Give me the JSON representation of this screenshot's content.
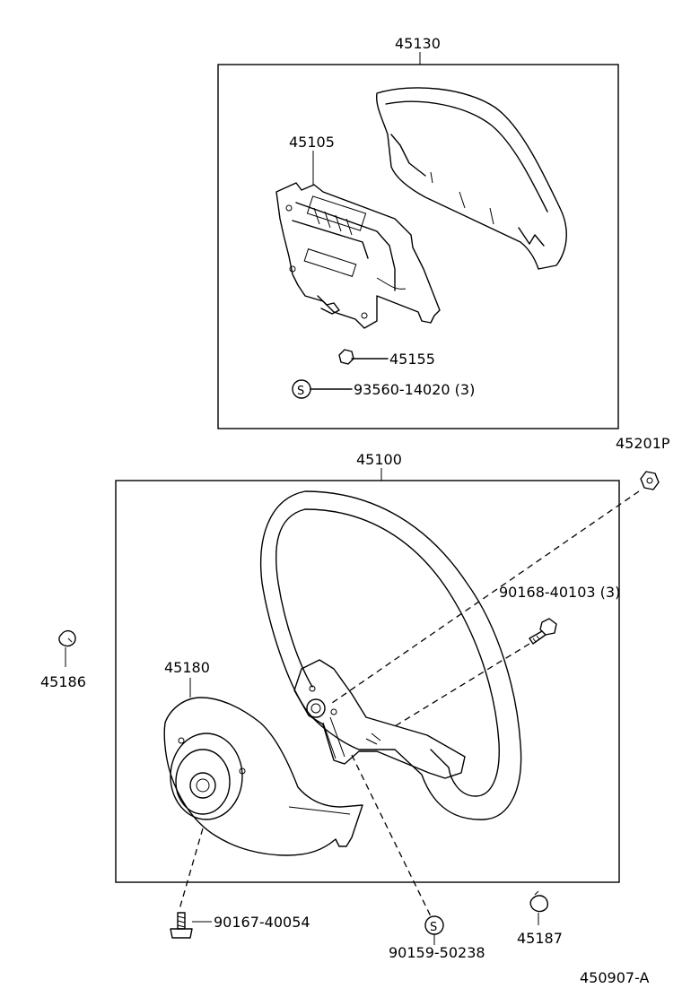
{
  "figure_id": "450907-A",
  "assemblies": {
    "pad_assembly": "45130",
    "wheel_assembly": "45100"
  },
  "parts": {
    "p45105": "45105",
    "p45155": "45155",
    "p93560": "93560-14020 (3)",
    "p45201P": "45201P",
    "p90168": "90168-40103 (3)",
    "p45186": "45186",
    "p45180": "45180",
    "p90167": "90167-40054",
    "p90159": "90159-50238",
    "p45187": "45187"
  },
  "symbols": {
    "standard_part": "S"
  }
}
